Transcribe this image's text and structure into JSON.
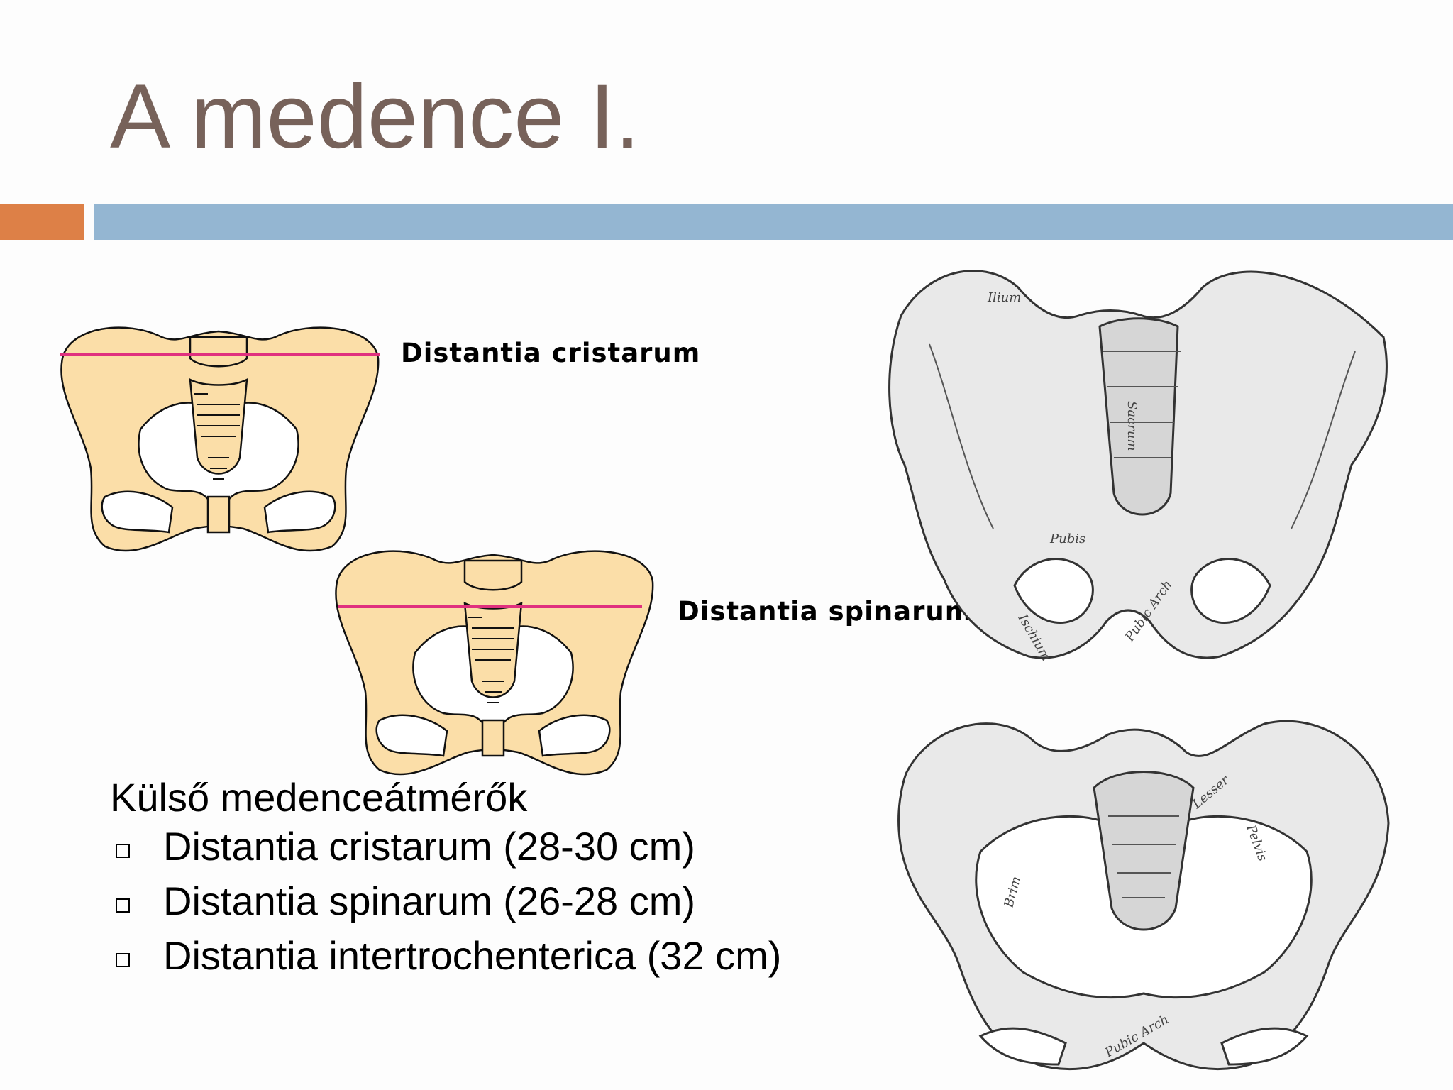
{
  "slide": {
    "title": "A medence I."
  },
  "diagram": {
    "label_cristarum": "Distantia cristarum",
    "label_spinarum": "Distantia spinarum"
  },
  "content": {
    "heading": "Külső medenceátmérők",
    "items": [
      {
        "text": "Distantia cristarum (28-30 cm)"
      },
      {
        "text": "Distantia spinarum (26-28 cm)"
      },
      {
        "text": "Distantia intertrochenterica (32 cm)"
      }
    ]
  },
  "engravings": {
    "top_labels": [
      "Ilium",
      "Sacrum",
      "Pubis",
      "Ischium",
      "Pubic Arch"
    ],
    "bottom_labels": [
      "Brim",
      "Lesser",
      "Pelvis",
      "Pubic Arch"
    ]
  },
  "colors": {
    "title": "#77625a",
    "accent_orange": "#dd8047",
    "accent_blue": "#94b6d2",
    "bone_fill": "#fbdea8",
    "measure_line": "#e0307f"
  }
}
